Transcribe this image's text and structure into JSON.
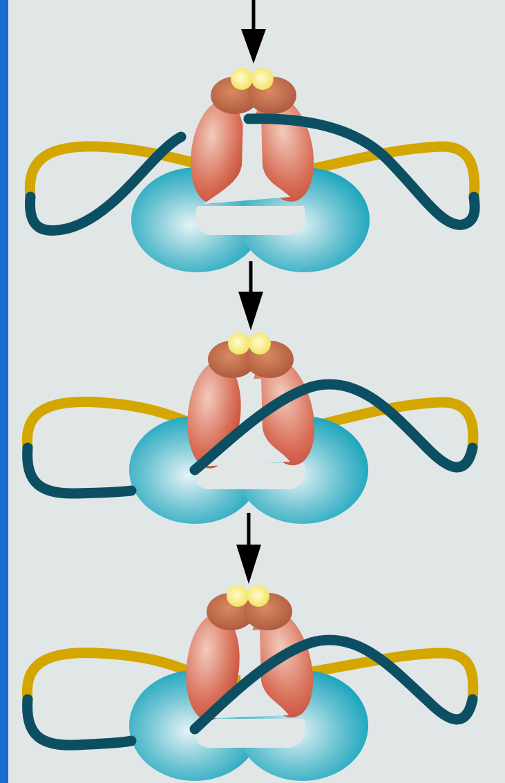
{
  "diagram": {
    "kind": "topoisomerase-dna-strand-passage",
    "stages": [
      {
        "id": "stage-1",
        "strand_state": "t-segment-above-gate"
      },
      {
        "id": "stage-2",
        "strand_state": "t-segment-entering-gate"
      },
      {
        "id": "stage-3",
        "strand_state": "t-segment-passing-gate"
      }
    ],
    "arrows": 3
  },
  "colors": {
    "frame": "#1a6ad0",
    "background": "#e1e7e7",
    "dna_gold": "#d4a600",
    "dna_teal": "#0d4f62",
    "arrow": "#000000",
    "atp": "#f7ee70",
    "atpase_domain": "#bf6a45",
    "core_domain_dark": "#c24232",
    "core_domain_light": "#f2cbbd",
    "clamp_dark": "#12a2ba",
    "clamp_light": "#e6f3f6"
  },
  "icons": [
    "down-arrow-icon",
    "atp-molecule-icon",
    "topoisomerase-enzyme-icon",
    "dna-loop-icon"
  ]
}
